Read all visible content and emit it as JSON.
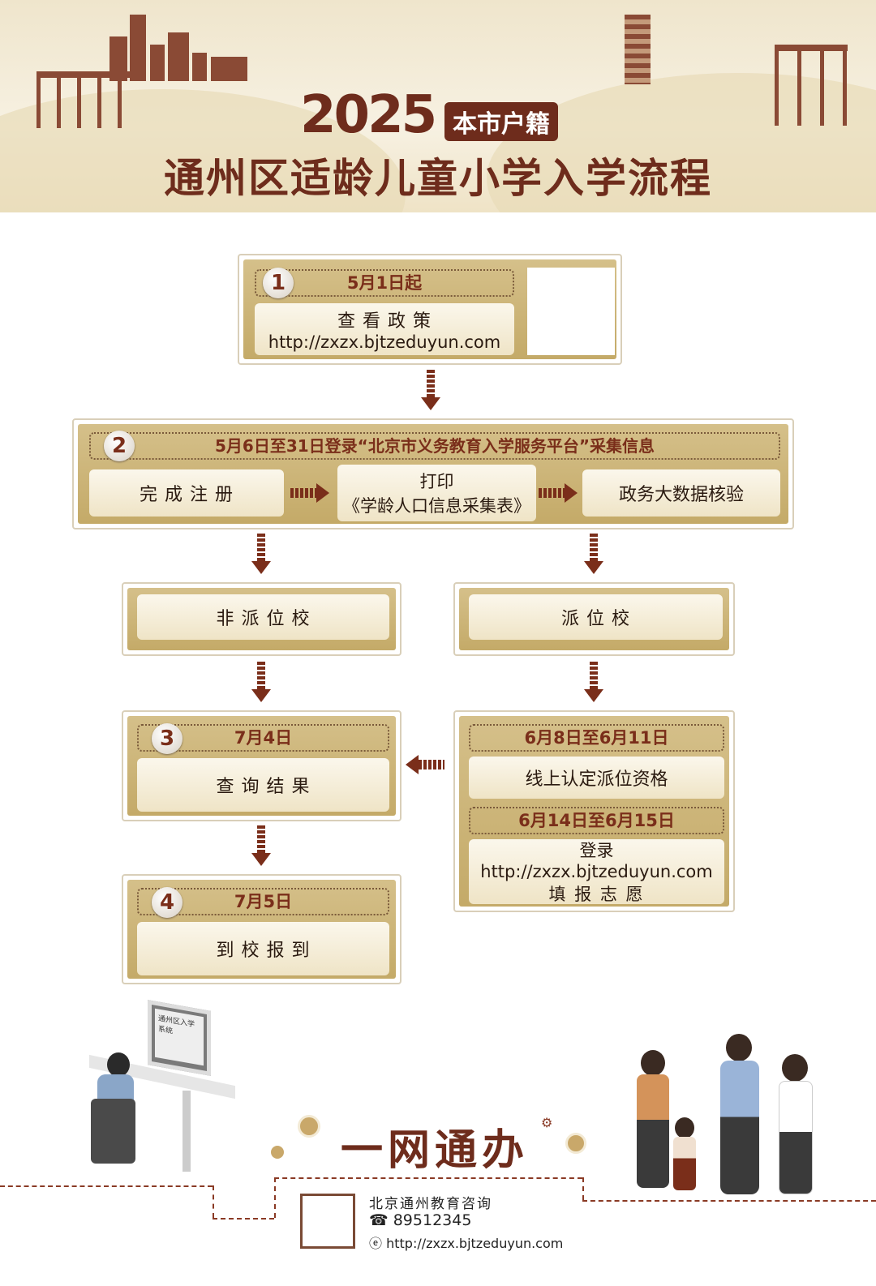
{
  "header": {
    "year": "2025",
    "tag": "本市户籍",
    "title": "通州区适龄儿童小学入学流程"
  },
  "step1": {
    "number": "1",
    "date": "5月1日起",
    "action": "查 看 政 策",
    "url": "http://zxzx.bjtzeduyun.com"
  },
  "step2": {
    "number": "2",
    "date": "5月6日至31日登录“北京市义务教育入学服务平台”采集信息",
    "sub1": "完 成 注 册",
    "sub2_line1": "打印",
    "sub2_line2": "《学龄人口信息采集表》",
    "sub3": "政务大数据核验"
  },
  "branch": {
    "left": "非 派 位 校",
    "right": "派 位 校"
  },
  "step3": {
    "number": "3",
    "date": "7月4日",
    "action": "查 询 结 果"
  },
  "step4": {
    "number": "4",
    "date": "7月5日",
    "action": "到 校 报 到"
  },
  "assign": {
    "date1": "6月8日至6月11日",
    "action1": "线上认定派位资格",
    "date2": "6月14日至6月15日",
    "action2_line1": "登录http://zxzx.bjtzeduyun.com",
    "action2_line2": "填 报 志 愿"
  },
  "illustration": {
    "monitor_text": "通州区入学系统"
  },
  "slogan": "一网通办",
  "footer": {
    "name": "北京通州教育咨询",
    "phone": "89512345",
    "url": "http://zxzx.bjtzeduyun.com",
    "phone_icon": "phone-icon",
    "web_icon": "web-icon"
  },
  "colors": {
    "brand": "#6e2c1c",
    "gold": "#c9b27a",
    "cream": "#f7f1e2"
  }
}
